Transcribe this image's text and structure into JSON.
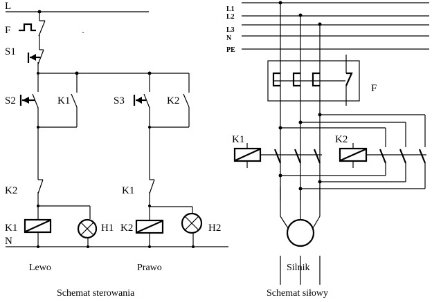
{
  "control": {
    "supply_label": "L",
    "neutral_label": "N",
    "fuse_label": "F",
    "stop_button_label": "S1",
    "left_button_label": "S2",
    "right_button_label": "S3",
    "left_hold_contact_label": "K1",
    "right_hold_contact_label": "K2",
    "left_interlock_label": "K2",
    "right_interlock_label": "K1",
    "left_coil_label": "K1",
    "right_coil_label": "K2",
    "left_lamp_label": "H1",
    "right_lamp_label": "H2",
    "left_caption": "Lewo",
    "right_caption": "Prawo",
    "title": "Schemat sterowania"
  },
  "power": {
    "lines": [
      "L1",
      "L2",
      "L3",
      "N",
      "PE"
    ],
    "thermal_relay_label": "F",
    "contactor1_label": "K1",
    "contactor2_label": "K2",
    "motor_caption": "Silnik",
    "title": "Schemat siłowy"
  }
}
